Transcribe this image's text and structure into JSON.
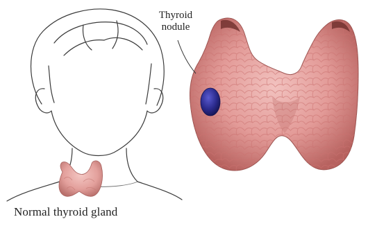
{
  "labels": {
    "normal_gland": "Normal thyroid gland",
    "nodule_line1": "Thyroid",
    "nodule_line2": "nodule"
  },
  "colors": {
    "line_art": "#3a3a3a",
    "thyroid_tissue": "#e49a98",
    "thyroid_shadow": "#b5605e",
    "nodule": "#2b2a8c",
    "text": "#222222"
  },
  "icons": {
    "head": "head-outline-icon",
    "small_thyroid": "small-thyroid-icon",
    "enlarged_thyroid": "enlarged-thyroid-icon",
    "nodule": "nodule-icon"
  }
}
